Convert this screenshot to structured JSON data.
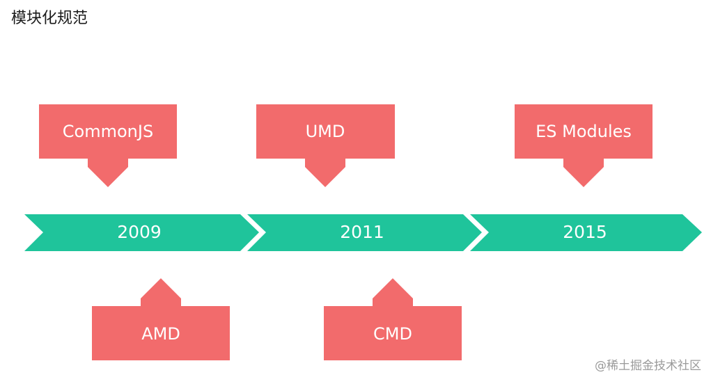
{
  "title": "模块化规范",
  "timeline": {
    "segments": [
      {
        "year": "2009"
      },
      {
        "year": "2011"
      },
      {
        "year": "2015"
      }
    ]
  },
  "above": [
    {
      "label": "CommonJS"
    },
    {
      "label": "UMD"
    },
    {
      "label": "ES Modules"
    }
  ],
  "below": [
    {
      "label": "AMD"
    },
    {
      "label": "CMD"
    }
  ],
  "watermark": "@稀土掘金技术社区",
  "colors": {
    "timeline": "#1fc49b",
    "boxes": "#f26b6c",
    "text": "#ffffff"
  }
}
